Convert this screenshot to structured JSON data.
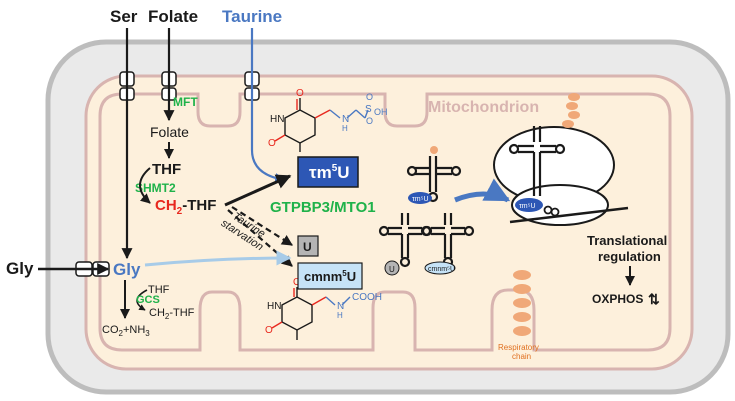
{
  "labels": {
    "ser": "Ser",
    "folate_top": "Folate",
    "taurine": "Taurine",
    "mitochondrion": "Mitochondrion",
    "mft": "MFT",
    "folate_inner": "Folate",
    "thf": "THF",
    "shmt2": "SHMT2",
    "ch2": "CH",
    "ch2_sub": "2",
    "ch2_thf_rest": "-THF",
    "gly_outer": "Gly",
    "gly_inner": "Gly",
    "thf_small": "THF",
    "gcs": "GCS",
    "ch2thf_small": "CH",
    "ch2thf_small_sub": "2",
    "ch2thf_small_rest": "-THF",
    "co2nh3_a": "CO",
    "co2nh3_sub": "2",
    "co2nh3_b": "+NH",
    "co2nh3_sub2": "3",
    "taurine_starvation_1": "Taurine",
    "taurine_starvation_2": "starvation",
    "tm5u_a": "τm",
    "tm5u_sup": "5",
    "tm5u_b": "U",
    "gtpbp3": "GTPBP3/MTO1",
    "u_box": "U",
    "cmnm5u_a": "cmnm",
    "cmnm5u_sup": "5",
    "cmnm5u_b": "U",
    "trna_tm5u": "τm⁵U",
    "trna_u": "U",
    "trna_cmnm5u": "cmnm⁵U",
    "ribo_tm5u": "τm⁵U",
    "translational_1": "Translational",
    "translational_2": "regulation",
    "oxphos": "OXPHOS",
    "oxphos_arrows": "⇅",
    "respiratory_1": "Respiratory",
    "respiratory_2": "chain",
    "chem_o1": "O",
    "chem_o2": "O",
    "chem_o3": "O",
    "chem_o4": "O",
    "chem_hn1": "HN",
    "chem_hn2": "HN",
    "chem_n1": "N",
    "chem_n2": "N",
    "chem_h1": "H",
    "chem_h2": "H",
    "chem_s": "S",
    "chem_oh": "OH",
    "chem_cooh": "COOH",
    "chem_so_o1": "O",
    "chem_so_o2": "O"
  },
  "colors": {
    "black": "#1a1a1a",
    "blue": "#4a78c2",
    "green": "#1fb24a",
    "red": "#e8281e",
    "mito_fill": "#fdf0dc",
    "mito_stroke": "#d8b4b0",
    "cell_fill": "#eaeaea",
    "cell_stroke": "#bdbdbd",
    "orange": "#f0a878",
    "tm5u_box": "#2d57b5",
    "cmnm5u_box": "#c6e3f7",
    "u_box": "#b4b4b4",
    "light_blue_arrow": "#a7cbe8",
    "resp_text": "#e07020"
  }
}
